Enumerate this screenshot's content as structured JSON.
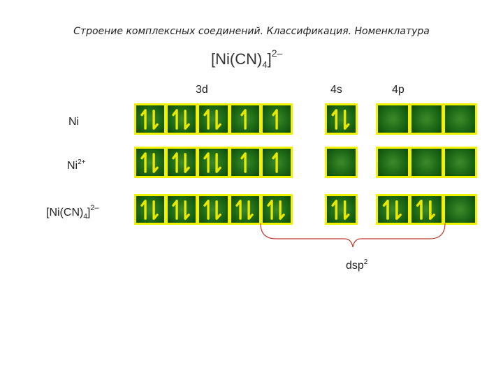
{
  "title": "Строение комплексных соединений. Классификация. Номенклатура",
  "formula": {
    "base": "[Ni(CN)",
    "sub": "4",
    "close": "]",
    "charge": "2–"
  },
  "sublevels": {
    "d": "3d",
    "s": "4s",
    "p": "4p"
  },
  "rows": [
    {
      "label": "Ni",
      "label_sup": "",
      "d": [
        "pair",
        "pair",
        "pair",
        "up",
        "up"
      ],
      "s": [
        "pair"
      ],
      "p": [
        "empty",
        "empty",
        "empty"
      ]
    },
    {
      "label": "Ni",
      "label_sup": "2+",
      "d": [
        "pair",
        "pair",
        "pair",
        "up",
        "up"
      ],
      "s": [
        "empty"
      ],
      "p": [
        "empty",
        "empty",
        "empty"
      ]
    },
    {
      "label": "[Ni(CN)",
      "label_sub": "4",
      "label_close": "]",
      "label_sup": "2–",
      "d": [
        "pair",
        "pair",
        "pair",
        "pair",
        "pair"
      ],
      "s": [
        "pair"
      ],
      "p": [
        "pair",
        "pair",
        "empty"
      ]
    }
  ],
  "hybridization": {
    "label": "dsp",
    "sup": "2"
  },
  "colors": {
    "cell_border": "#f2f200",
    "cell_fill": "#1d6a16",
    "arrow": "#e8e800",
    "brace": "#c0392b"
  }
}
